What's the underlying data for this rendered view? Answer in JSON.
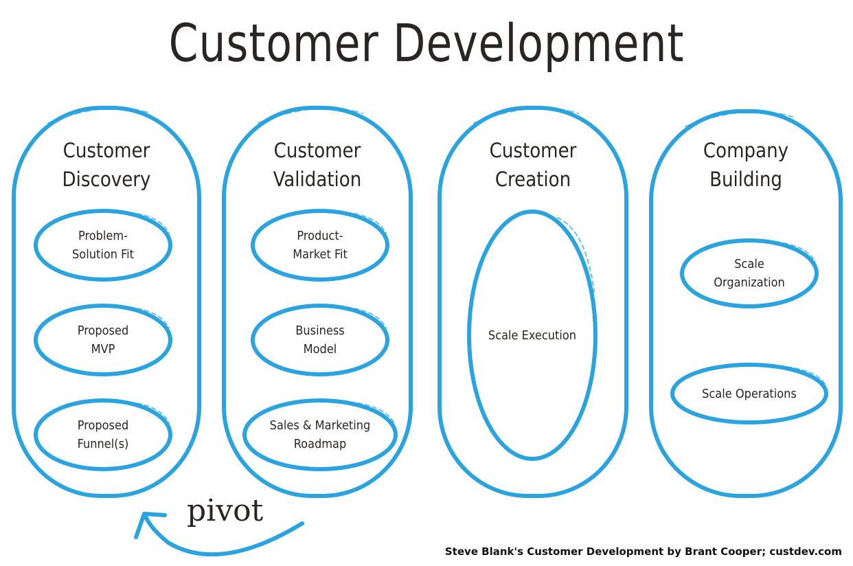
{
  "title": "Customer Development",
  "colors": {
    "stroke": "#2aa3df",
    "text": "#2a2522"
  },
  "phases": [
    {
      "label_lines": [
        "Customer",
        "Discovery"
      ],
      "steps": [
        {
          "lines": [
            "Problem-",
            "Solution Fit"
          ]
        },
        {
          "lines": [
            "Proposed",
            "MVP"
          ]
        },
        {
          "lines": [
            "Proposed",
            "Funnel(s)"
          ]
        }
      ]
    },
    {
      "label_lines": [
        "Customer",
        "Validation"
      ],
      "steps": [
        {
          "lines": [
            "Product-",
            "Market Fit"
          ]
        },
        {
          "lines": [
            "Business",
            "Model"
          ]
        },
        {
          "lines": [
            "Sales & Marketing",
            "Roadmap"
          ]
        }
      ]
    },
    {
      "label_lines": [
        "Customer",
        "Creation"
      ],
      "steps": [
        {
          "lines": [
            "Scale Execution"
          ]
        }
      ]
    },
    {
      "label_lines": [
        "Company",
        "Building"
      ],
      "steps": [
        {
          "lines": [
            "Scale",
            "Organization"
          ]
        },
        {
          "lines": [
            "Scale Operations"
          ]
        }
      ]
    }
  ],
  "pivot_label": "pivot",
  "credit": "Steve Blank's Customer Development by Brant Cooper; custdev.com"
}
